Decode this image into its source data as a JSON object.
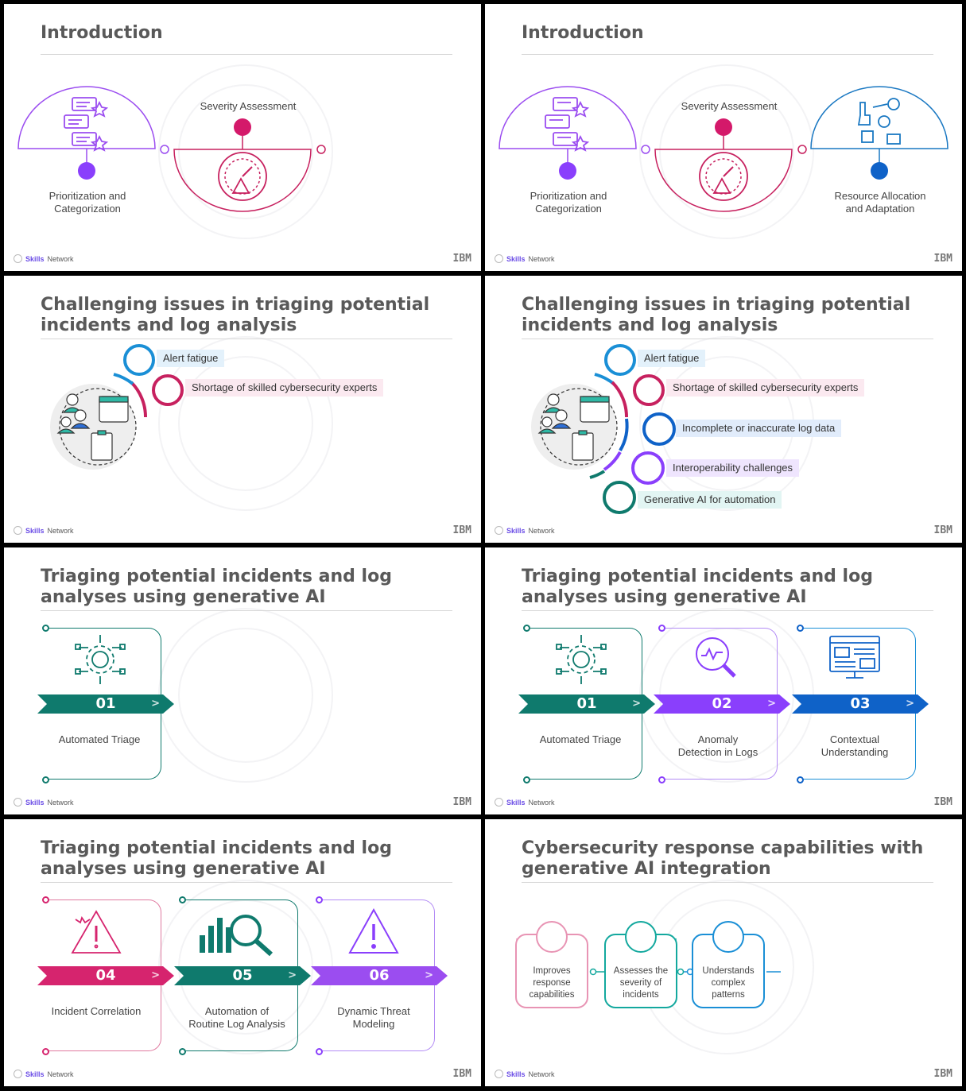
{
  "footer": {
    "brand_bold": "Skills",
    "brand_rest": " Network",
    "ibm": "IBM"
  },
  "slides": {
    "s1": {
      "title": "Introduction",
      "severity": "Severity Assessment",
      "prio_line1": "Prioritization and",
      "prio_line2": "Categorization"
    },
    "s2": {
      "title": "Introduction",
      "severity": "Severity Assessment",
      "prio_line1": "Prioritization and",
      "prio_line2": "Categorization",
      "res_line1": "Resource Allocation",
      "res_line2": "and Adaptation"
    },
    "s3": {
      "title_line1": "Challenging issues in triaging potential",
      "title_line2": "incidents and log analysis",
      "items": [
        "Alert fatigue",
        "Shortage of skilled cybersecurity experts"
      ]
    },
    "s4": {
      "title_line1": "Challenging issues in triaging potential",
      "title_line2": "incidents and log analysis",
      "items": [
        "Alert fatigue",
        "Shortage of skilled cybersecurity experts",
        "Incomplete or inaccurate log data",
        "Interoperability challenges",
        "Generative AI for automation"
      ]
    },
    "s5": {
      "title_line1": "Triaging potential incidents and log",
      "title_line2": "analyses using generative AI",
      "steps": [
        {
          "num": "01",
          "line1": "Automated Triage",
          "line2": ""
        }
      ]
    },
    "s6": {
      "title_line1": "Triaging potential incidents and log",
      "title_line2": "analyses using generative AI",
      "steps": [
        {
          "num": "01",
          "line1": "Automated Triage",
          "line2": ""
        },
        {
          "num": "02",
          "line1": "Anomaly",
          "line2": "Detection in Logs"
        },
        {
          "num": "03",
          "line1": "Contextual",
          "line2": "Understanding"
        }
      ]
    },
    "s7": {
      "title_line1": "Triaging potential incidents and log",
      "title_line2": "analyses using generative AI",
      "steps": [
        {
          "num": "04",
          "line1": "Incident Correlation",
          "line2": ""
        },
        {
          "num": "05",
          "line1": "Automation of",
          "line2": "Routine Log Analysis"
        },
        {
          "num": "06",
          "line1": "Dynamic Threat",
          "line2": "Modeling"
        }
      ]
    },
    "s8": {
      "title_line1": "Cybersecurity response capabilities with",
      "title_line2": "generative AI integration",
      "cards": [
        {
          "l1": "Improves",
          "l2": "response",
          "l3": "capabilities"
        },
        {
          "l1": "Assesses the",
          "l2": "severity of",
          "l3": "incidents"
        },
        {
          "l1": "Understands",
          "l2": "complex",
          "l3": "patterns"
        }
      ]
    }
  },
  "colors": {
    "purple": "#9b4df0",
    "magenta": "#d4196a",
    "blue": "#0f62c8",
    "teal": "#0f7a6d",
    "teal_light": "#13a89e",
    "pink": "#d6246e",
    "violet": "#8a3ffc"
  }
}
